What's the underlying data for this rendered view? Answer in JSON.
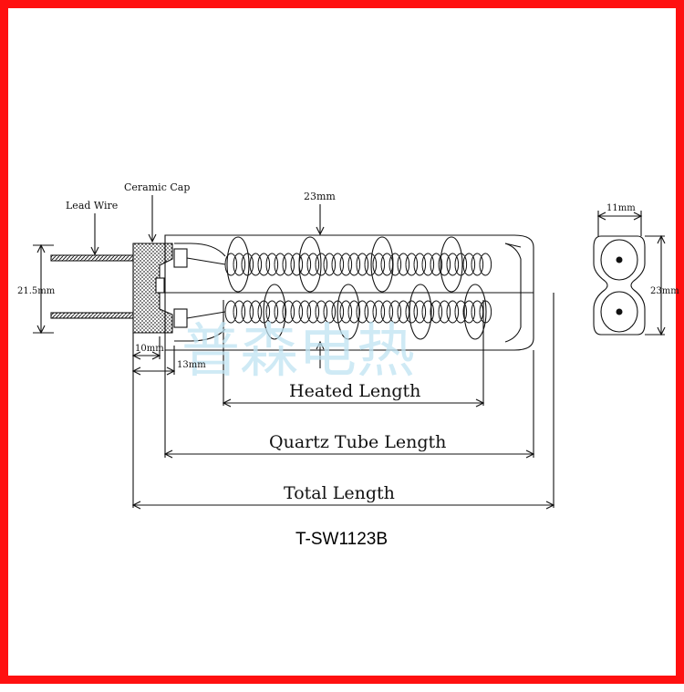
{
  "colors": {
    "border": "#ff1010",
    "line": "#111111",
    "watermark": "#bfe3f2"
  },
  "labels": {
    "lead_wire": "Lead Wire",
    "ceramic_cap": "Ceramic Cap",
    "dia_top": "23mm",
    "left_height": "21.5mm",
    "cap_width": "10mm",
    "offset": "13mm",
    "heated_length": "Heated Length",
    "quartz_tube_length": "Quartz Tube Length",
    "total_length": "Total Length",
    "section_width": "11mm",
    "section_height": "23mm"
  },
  "model": "T-SW1123B",
  "watermark": "普森电热"
}
